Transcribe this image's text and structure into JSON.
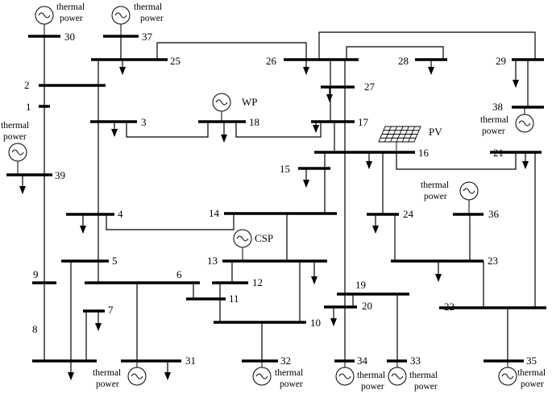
{
  "diagram": {
    "buses": [
      {
        "id": "bus-1",
        "label": "1"
      },
      {
        "id": "bus-2",
        "label": "2"
      },
      {
        "id": "bus-3",
        "label": "3"
      },
      {
        "id": "bus-4",
        "label": "4"
      },
      {
        "id": "bus-5",
        "label": "5"
      },
      {
        "id": "bus-6",
        "label": "6"
      },
      {
        "id": "bus-7",
        "label": "7"
      },
      {
        "id": "bus-8",
        "label": "8"
      },
      {
        "id": "bus-9",
        "label": "9"
      },
      {
        "id": "bus-10",
        "label": "10"
      },
      {
        "id": "bus-11",
        "label": "11"
      },
      {
        "id": "bus-12",
        "label": "12"
      },
      {
        "id": "bus-13",
        "label": "13"
      },
      {
        "id": "bus-14",
        "label": "14"
      },
      {
        "id": "bus-15",
        "label": "15"
      },
      {
        "id": "bus-16",
        "label": "16"
      },
      {
        "id": "bus-17",
        "label": "17"
      },
      {
        "id": "bus-18",
        "label": "18"
      },
      {
        "id": "bus-19",
        "label": "19"
      },
      {
        "id": "bus-20",
        "label": "20"
      },
      {
        "id": "bus-21",
        "label": "21"
      },
      {
        "id": "bus-22",
        "label": "22"
      },
      {
        "id": "bus-23",
        "label": "23"
      },
      {
        "id": "bus-24",
        "label": "24"
      },
      {
        "id": "bus-25",
        "label": "25"
      },
      {
        "id": "bus-26",
        "label": "26"
      },
      {
        "id": "bus-27",
        "label": "27"
      },
      {
        "id": "bus-28",
        "label": "28"
      },
      {
        "id": "bus-29",
        "label": "29"
      },
      {
        "id": "bus-30",
        "label": "30"
      },
      {
        "id": "bus-31",
        "label": "31"
      },
      {
        "id": "bus-32",
        "label": "32"
      },
      {
        "id": "bus-33",
        "label": "33"
      },
      {
        "id": "bus-34",
        "label": "34"
      },
      {
        "id": "bus-35",
        "label": "35"
      },
      {
        "id": "bus-36",
        "label": "36"
      },
      {
        "id": "bus-37",
        "label": "37"
      },
      {
        "id": "bus-38",
        "label": "38"
      },
      {
        "id": "bus-39",
        "label": "39"
      }
    ],
    "generator_labels": {
      "thermal_line1": "thermal",
      "thermal_line2": "power",
      "wp": "WP",
      "csp": "CSP",
      "pv": "PV"
    }
  }
}
